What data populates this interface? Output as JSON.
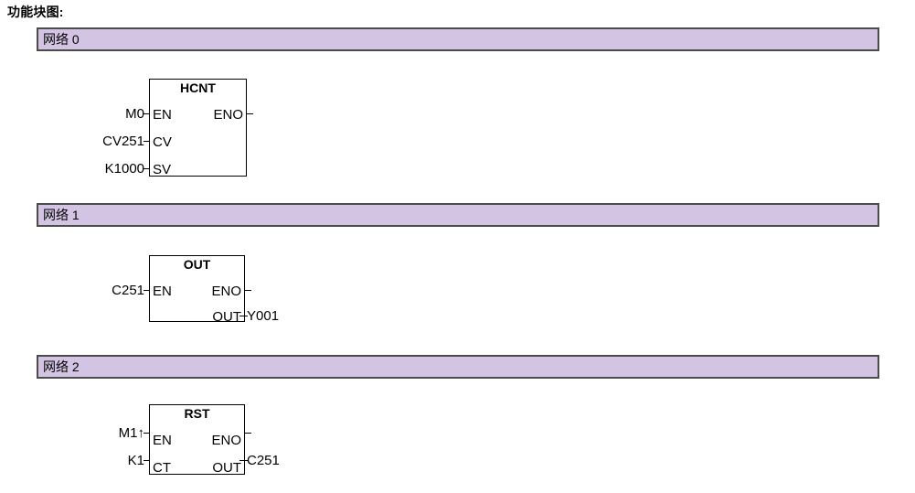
{
  "page": {
    "title": "功能块图:",
    "bar_color": "#d3c4e3",
    "bar_border_color": "#4b4b4b"
  },
  "networks": [
    {
      "label": "网络 0",
      "block": {
        "name": "HCNT",
        "inputs": [
          {
            "pin": "EN",
            "operand": "M0"
          },
          {
            "pin": "CV",
            "operand": "CV251"
          },
          {
            "pin": "SV",
            "operand": "K1000"
          }
        ],
        "outputs": [
          {
            "pin": "ENO",
            "operand": ""
          }
        ]
      }
    },
    {
      "label": "网络 1",
      "block": {
        "name": "OUT",
        "inputs": [
          {
            "pin": "EN",
            "operand": "C251"
          }
        ],
        "outputs": [
          {
            "pin": "ENO",
            "operand": ""
          },
          {
            "pin": "OUT",
            "operand": "Y001"
          }
        ]
      }
    },
    {
      "label": "网络 2",
      "block": {
        "name": "RST",
        "inputs": [
          {
            "pin": "EN",
            "operand": "M1↑"
          },
          {
            "pin": "CT",
            "operand": "K1"
          }
        ],
        "outputs": [
          {
            "pin": "ENO",
            "operand": ""
          },
          {
            "pin": "OUT",
            "operand": "C251"
          }
        ]
      }
    }
  ]
}
